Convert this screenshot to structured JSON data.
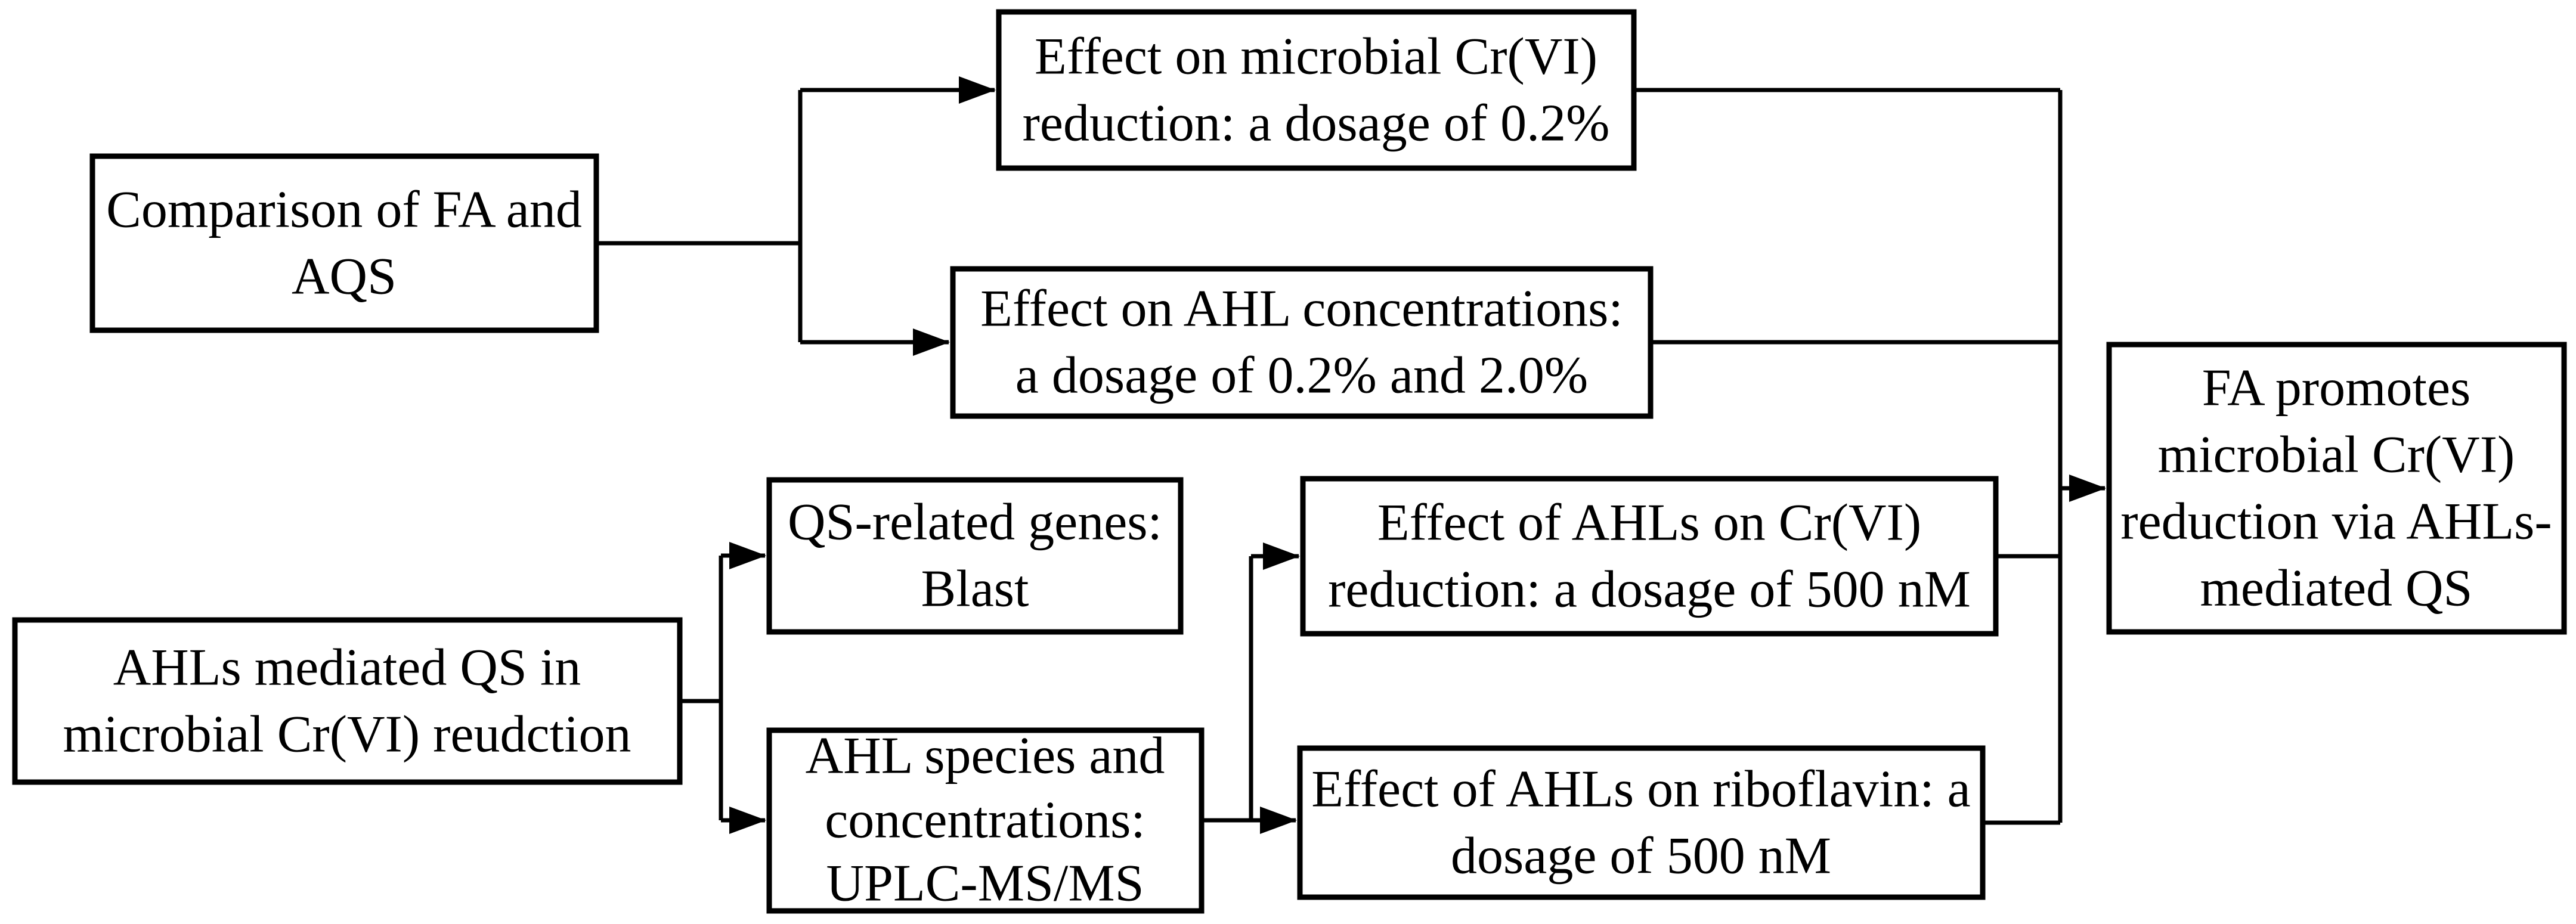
{
  "figure": {
    "type": "flowchart",
    "background_color": "#ffffff",
    "box_fill_color": "#ffffff",
    "box_border_color": "#000000",
    "line_color": "#000000",
    "text_color": "#000000"
  },
  "boxes": [
    {
      "id": "comparison-fa-aqs",
      "lines": [
        "Comparison of FA and",
        "AQS"
      ]
    },
    {
      "id": "effect-microbial-cr-reduction",
      "lines": [
        "Effect on microbial Cr(VI)",
        "reduction: a dosage of 0.2%"
      ]
    },
    {
      "id": "effect-ahl-concentrations",
      "lines": [
        "Effect on AHL concentrations:",
        "a dosage of 0.2% and 2.0%"
      ]
    },
    {
      "id": "ahls-mediated-qs",
      "lines": [
        "AHLs mediated QS in",
        "microbial Cr(VI) reudction"
      ]
    },
    {
      "id": "qs-related-genes",
      "lines": [
        "QS-related genes:",
        "Blast"
      ]
    },
    {
      "id": "ahl-species-concentrations",
      "lines": [
        "AHL species and",
        "concentrations:",
        "UPLC-MS/MS"
      ]
    },
    {
      "id": "effect-ahls-cr-reduction",
      "lines": [
        "Effect of AHLs on Cr(VI)",
        "reduction: a dosage of 500 nM"
      ]
    },
    {
      "id": "effect-ahls-riboflavin",
      "lines": [
        "Effect of AHLs on riboflavin: a",
        "dosage of 500 nM"
      ]
    },
    {
      "id": "conclusion",
      "lines": [
        "FA promotes",
        "microbial Cr(VI)",
        "reduction via AHLs-",
        "mediated QS"
      ]
    }
  ]
}
